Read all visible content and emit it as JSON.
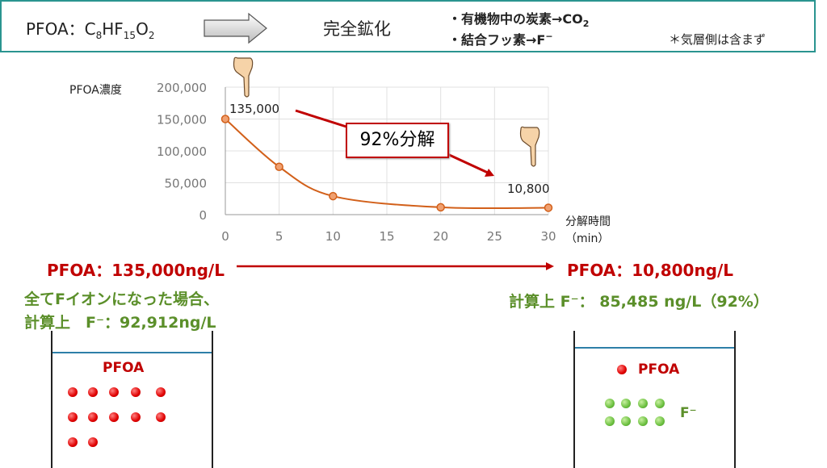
{
  "header": {
    "formula": {
      "prefix": "PFOA：C",
      "sub1": "8",
      "mid": "HF",
      "sub2": "15",
      "o": "O",
      "sub3": "2"
    },
    "process": "完全鉱化",
    "bullet1": {
      "text": "・有機物中の炭素→CO",
      "sub": "2"
    },
    "bullet2": {
      "text": "・結合フッ素→F",
      "sup": "−"
    },
    "note": "＊気層側は含まず"
  },
  "chart_data": {
    "type": "line",
    "ylabel": "PFOA濃度",
    "xlabel_line1": "分解時間",
    "xlabel_line2": "（min）",
    "x": [
      0,
      5,
      10,
      20,
      30
    ],
    "values": [
      150000,
      75000,
      29000,
      11500,
      10800
    ],
    "xlim": [
      0,
      30
    ],
    "ylim": [
      0,
      200000
    ],
    "xticks": [
      "0",
      "5",
      "10",
      "15",
      "20",
      "25",
      "30"
    ],
    "yticks": [
      "0",
      "50,000",
      "100,000",
      "150,000",
      "200,000"
    ],
    "grid": true,
    "series_color": "#d2601a",
    "annotations": {
      "start": "135,000",
      "end": "10,800",
      "decomposition": "92%分解"
    }
  },
  "summary": {
    "before": "PFOA：135,000ng/L",
    "after": "PFOA：10,800ng/L",
    "before_note1": "全てFイオンになった場合、",
    "before_note2": "計算上　F⁻：92,912ng/L",
    "after_note": "計算上 F⁻： 85,485 ng/L（92%）"
  },
  "beakers": {
    "left": {
      "label": "PFOA",
      "pfoa_count": 12
    },
    "right": {
      "pfoa_label": "PFOA",
      "f_label": "F⁻",
      "pfoa_count": 1,
      "f_count": 8
    }
  }
}
